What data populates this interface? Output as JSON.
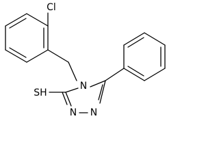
{
  "molecule": {
    "atom_labels": {
      "chlorine": "Cl",
      "ring_nitrogen_4": "N",
      "ring_nitrogen_1": "N",
      "ring_nitrogen_2": "N",
      "thiol_group": "SH"
    },
    "colors": {
      "bonds": "#000000",
      "labels": "#000000",
      "background": "#ffffff"
    }
  }
}
